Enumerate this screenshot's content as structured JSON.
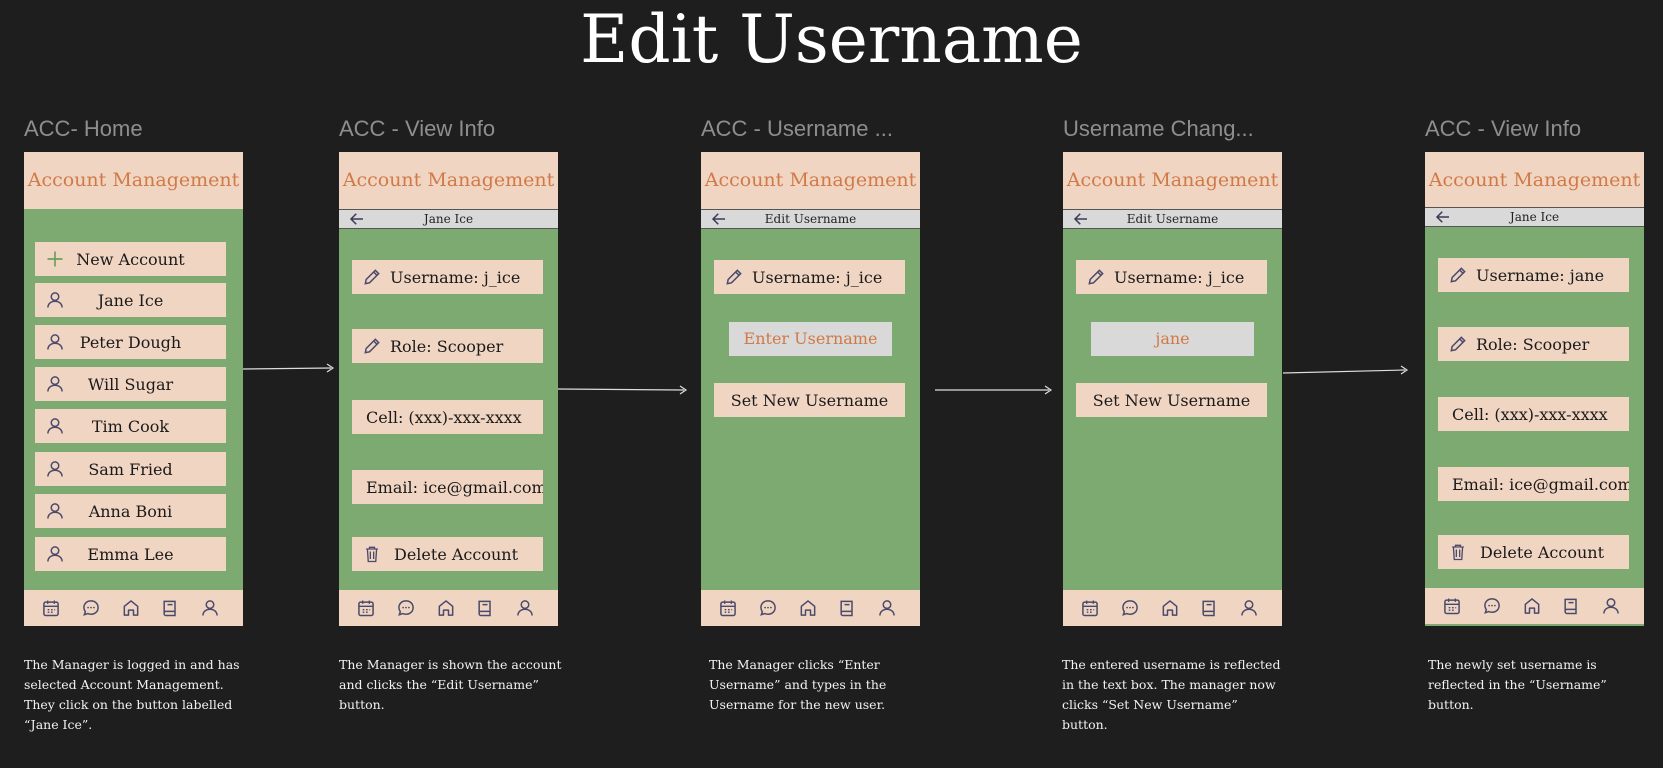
{
  "title": "Edit Username",
  "colors": {
    "background": "#1e1e1e",
    "screen_bg": "#7daa70",
    "header_bg": "#f1d5c3",
    "header_text": "#d07a48",
    "button_bg": "#f1d5c3",
    "input_bg": "#d9d9d9"
  },
  "app_header": "Account Management",
  "nav_icons": [
    "calendar-icon",
    "chat-icon",
    "home-icon",
    "book-icon",
    "user-icon"
  ],
  "frames": [
    {
      "label": "ACC- Home",
      "buttons": [
        "New Account",
        "Jane Ice",
        "Peter Dough",
        "Will Sugar",
        "Tim Cook",
        "Sam Fried",
        "Anna Boni",
        "Emma Lee"
      ],
      "caption": "The Manager is logged in and has selected Account Management. They click on the button labelled “Jane Ice”."
    },
    {
      "label": "ACC - View Info",
      "subbar": "Jane Ice",
      "buttons": [
        "Username: j_ice",
        "Role: Scooper",
        "Cell: (xxx)-xxx-xxxx",
        "Email: ice@gmail.com",
        "Delete Account"
      ],
      "caption": "The Manager is shown the account and clicks the “Edit Username” button."
    },
    {
      "label": "ACC - Username ...",
      "subbar": "Edit Username",
      "username_button": "Username: j_ice",
      "input_placeholder": "Enter Username",
      "submit": "Set New Username",
      "caption": "The Manager clicks “Enter Username” and types in the Username for the new user."
    },
    {
      "label": "Username Chang...",
      "subbar": "Edit Username",
      "username_button": "Username: j_ice",
      "input_value": "jane",
      "submit": "Set New Username",
      "caption": "The entered username is reflected in the text box.  The manager now clicks “Set New Username” button."
    },
    {
      "label": "ACC - View Info",
      "subbar": "Jane Ice",
      "buttons": [
        "Username: jane",
        "Role: Scooper",
        "Cell: (xxx)-xxx-xxxx",
        "Email: ice@gmail.com",
        "Delete Account"
      ],
      "caption": "The newly set username is reflected in the “Username” button."
    }
  ]
}
